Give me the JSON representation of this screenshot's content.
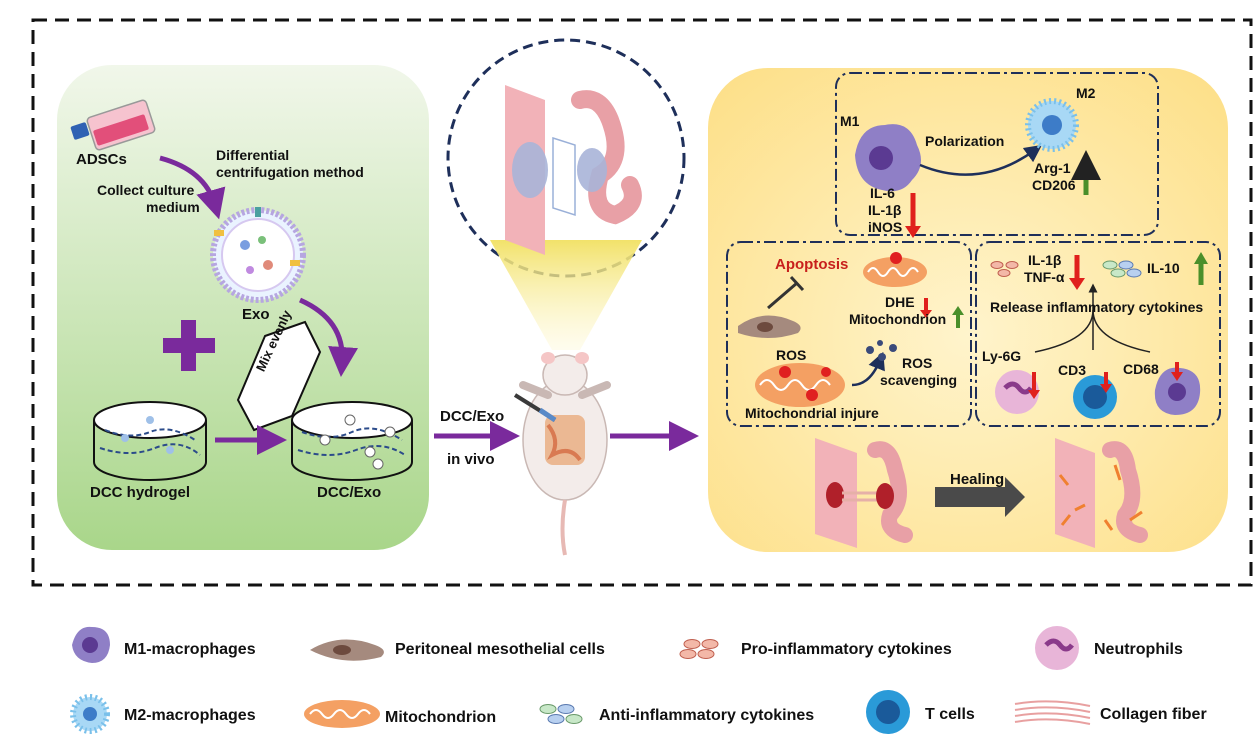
{
  "left_panel": {
    "adscs": "ADSCs",
    "differential": "Differential",
    "centrifugation": "centrifugation method",
    "collect_culture": "Collect culture",
    "medium": "medium",
    "exo": "Exo",
    "mix_evenly": "Mix evenly",
    "dcc_hydrogel": "DCC hydrogel",
    "dcc_exo": "DCC/Exo"
  },
  "middle": {
    "dcc_exo": "DCC/Exo",
    "in_vivo": "in vivo"
  },
  "right_panel": {
    "m1": "M1",
    "m2": "M2",
    "polarization": "Polarization",
    "arg1": "Arg-1",
    "cd206": "CD206",
    "il6": "IL-6",
    "il1b": "IL-1β",
    "inos": "iNOS",
    "apoptosis": "Apoptosis",
    "dhe": "DHE",
    "mitochondrion": "Mitochondrion",
    "ros": "ROS",
    "ros_scav_1": "ROS",
    "ros_scav_2": "scavenging",
    "mito_injure": "Mitochondrial injure",
    "il1b_2": "IL-1β",
    "tnfa": "TNF-α",
    "il10": "IL-10",
    "release": "Release inflammatory cytokines",
    "ly6g": "Ly-6G",
    "cd3": "CD3",
    "cd68": "CD68",
    "healing": "Healing"
  },
  "legend": [
    {
      "label": "M1-macrophages",
      "icon": "m1-macrophage-icon"
    },
    {
      "label": "Peritoneal mesothelial cells",
      "icon": "mesothelial-cell-icon"
    },
    {
      "label": "Pro-inflammatory cytokines",
      "icon": "pro-inflammatory-icon"
    },
    {
      "label": "Neutrophils",
      "icon": "neutrophil-icon"
    },
    {
      "label": "M2-macrophages",
      "icon": "m2-macrophage-icon"
    },
    {
      "label": "Mitochondrion",
      "icon": "mitochondrion-icon"
    },
    {
      "label": "Anti-inflammatory cytokines",
      "icon": "anti-inflammatory-icon"
    },
    {
      "label": "T cells",
      "icon": "t-cell-icon"
    },
    {
      "label": "Collagen fiber",
      "icon": "collagen-fiber-icon"
    }
  ],
  "colors": {
    "purple_arrow": "#7a2a9c",
    "red_arrow": "#e0201c",
    "green_arrow": "#4a8f2a",
    "left_bg": "#b9dba0",
    "right_bg": "#fde79a"
  }
}
